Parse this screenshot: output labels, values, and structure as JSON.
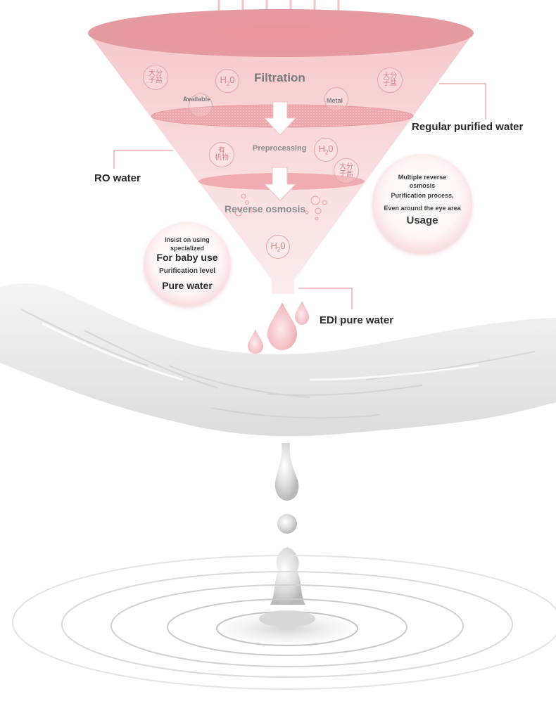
{
  "funnel": {
    "filtration": "Filtration",
    "available": "Available",
    "metal": "Metal",
    "preprocessing": "Preprocessing",
    "reverse_osmosis": "Reverse osmosis",
    "molecules": {
      "large_molecule": [
        "大分",
        "子盐"
      ],
      "organics": [
        "有",
        "机物"
      ],
      "water": "H",
      "water_sub": "2",
      "water_o": "0"
    }
  },
  "labels": {
    "regular_purified_water": "Regular purified water",
    "ro_water": "RO water",
    "edi_pure_water": "EDI pure water"
  },
  "badge_right": {
    "line1": "Multiple reverse",
    "line2": "osmosis",
    "line3": "Purification process,",
    "line4": "Even around the eye area",
    "title": "Usage"
  },
  "badge_left": {
    "line1": "Insist on using",
    "line2": "specialized",
    "title": "For baby use",
    "line3": "Purification level",
    "title2": "Pure water"
  },
  "colors": {
    "funnel_top": "#e8999f",
    "funnel_body": "#f8dcdd",
    "accent_line": "#d98a92",
    "text_dark": "#2a2a2a"
  }
}
